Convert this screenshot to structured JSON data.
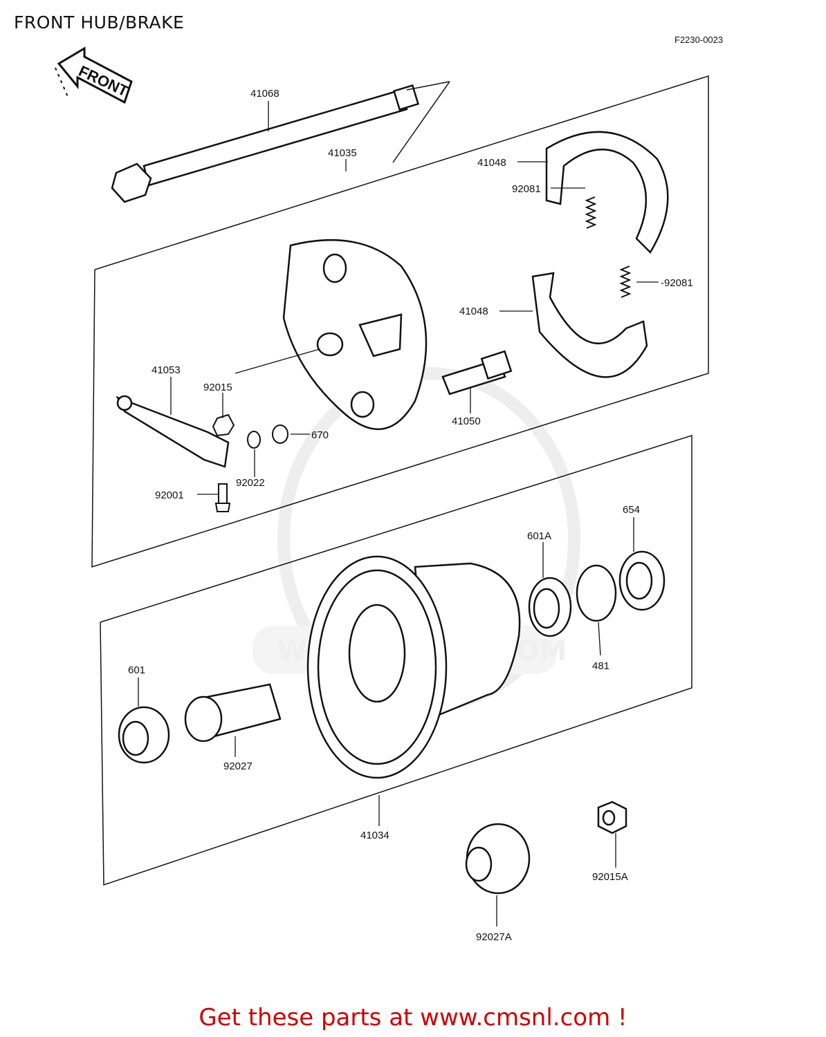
{
  "header": {
    "title": "FRONT HUB/BRAKE",
    "drawing_code": "F2230-0023"
  },
  "front_arrow": {
    "label": "FRONT"
  },
  "watermark": {
    "text": "WWW.CMSNL.COM"
  },
  "parts": {
    "p41068": "41068",
    "p41035": "41035",
    "p41048_upper": "41048",
    "p92081_left": "92081",
    "p92081_right": "-92081",
    "p41048_lower": "41048",
    "p41053": "41053",
    "p92015": "92015",
    "p670": "670",
    "p41050": "41050",
    "p92022": "92022",
    "p92001": "92001",
    "p654": "654",
    "p601A": "601A",
    "p481": "481",
    "p601": "601",
    "p92027": "92027",
    "p41034": "41034",
    "p92015A": "92015A",
    "p92027A": "92027A"
  },
  "footer": {
    "text": "Get these parts at www.cmsnl.com !"
  }
}
